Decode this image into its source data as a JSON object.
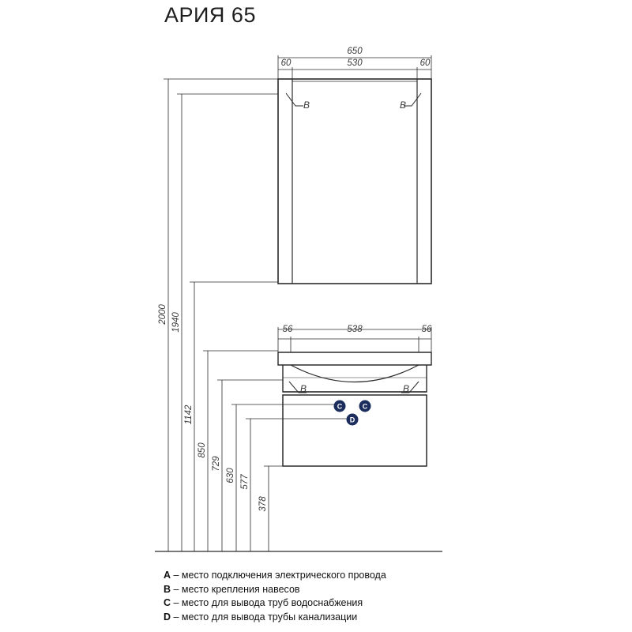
{
  "title": "АРИЯ 65",
  "mirror": {
    "overall_width": "650",
    "side_left": "60",
    "center": "530",
    "side_right": "60",
    "hinge_label": "B"
  },
  "cabinet": {
    "side_left": "56",
    "center": "538",
    "side_right": "56",
    "hinge_label": "B",
    "marker_c": "C",
    "marker_d": "D"
  },
  "heights": [
    "2000",
    "1940",
    "1142",
    "850",
    "729",
    "630",
    "577",
    "378"
  ],
  "legend": [
    {
      "key": "A",
      "text": " – место подключения электрического провода"
    },
    {
      "key": "B",
      "text": " – место крепления навесов"
    },
    {
      "key": "C",
      "text": " – место для вывода труб водоснабжения"
    },
    {
      "key": "D",
      "text": " – место для вывода трубы канализации"
    }
  ],
  "colors": {
    "line": "#2b2b2b",
    "marker": "#1b2d5c"
  }
}
